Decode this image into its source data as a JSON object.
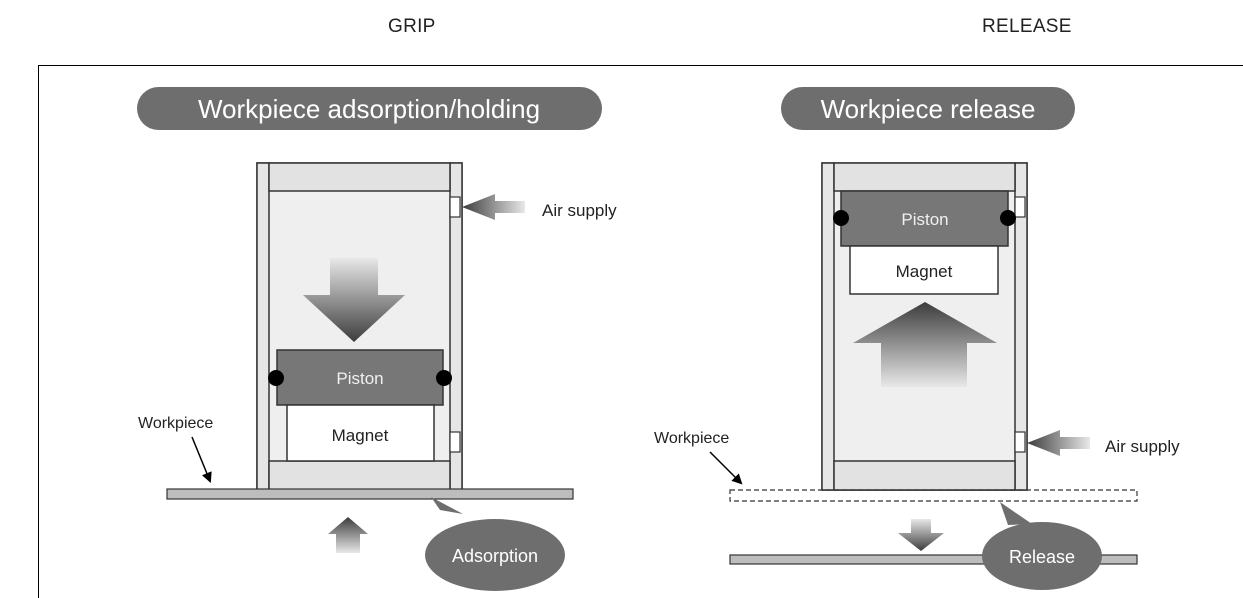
{
  "header": {
    "grip_label": "GRIP",
    "release_label": "RELEASE"
  },
  "grip_panel": {
    "title": "Workpiece adsorption/holding",
    "air_supply_label": "Air supply",
    "piston_label": "Piston",
    "magnet_label": "Magnet",
    "workpiece_label": "Workpiece",
    "callout_label": "Adsorption"
  },
  "release_panel": {
    "title": "Workpiece release",
    "air_supply_label": "Air supply",
    "piston_label": "Piston",
    "magnet_label": "Magnet",
    "workpiece_label": "Workpiece",
    "callout_label": "Release"
  },
  "colors": {
    "pill_fill": "#6e6e6e",
    "piston_fill": "#777777",
    "chamber_fill": "#efefef",
    "cap_fill": "#e2e2e2",
    "workpiece_fill": "#bdbdbd"
  }
}
